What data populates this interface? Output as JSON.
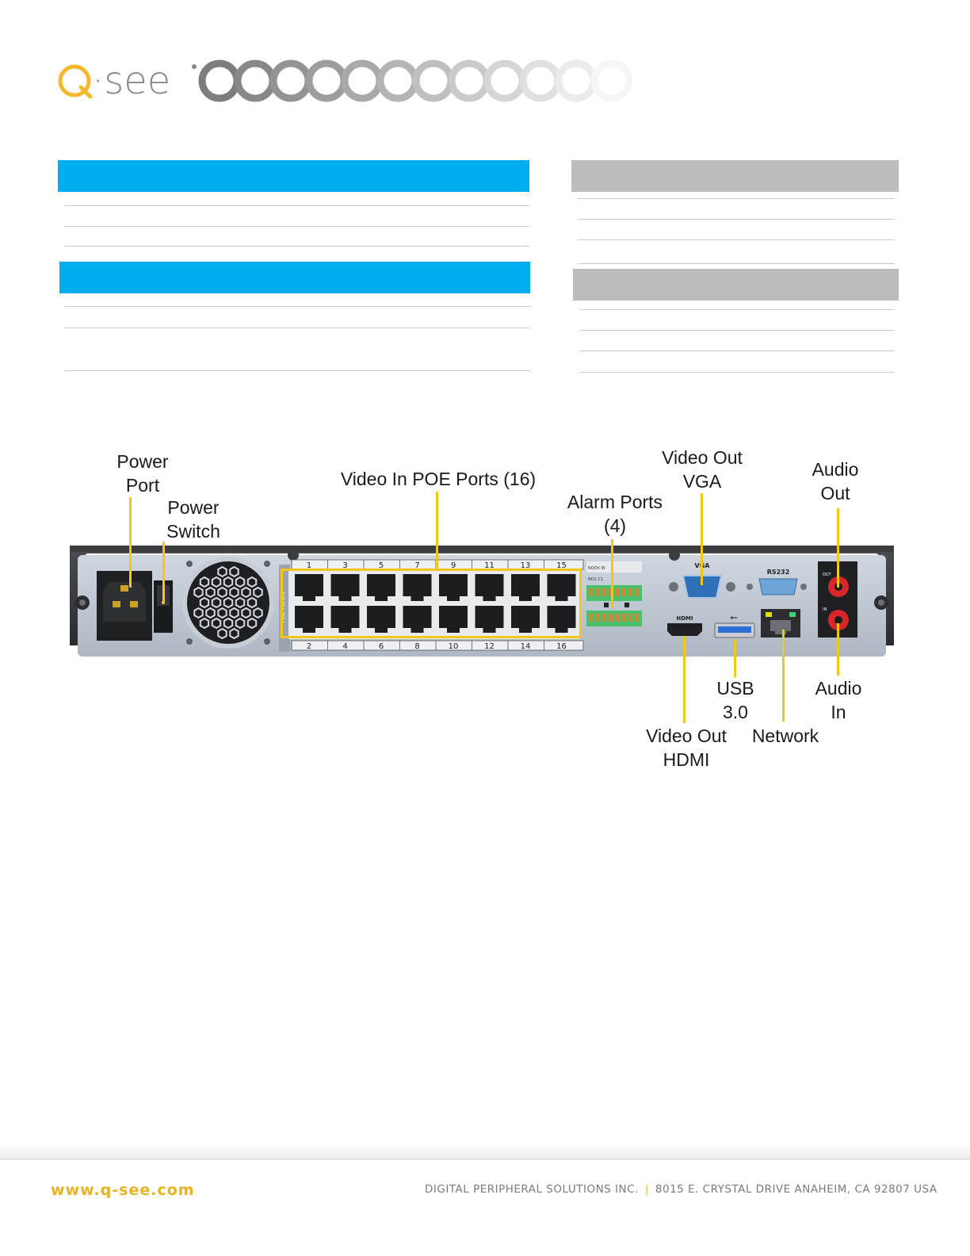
{
  "brand": {
    "logo_text": "Q-see",
    "colors": {
      "gold": "#f5b82e",
      "blue": "#00adef",
      "gray_header": "#bcbcbc",
      "gray_logo": "#8a8a8a"
    }
  },
  "callouts": {
    "power_port": [
      "Power",
      "Port"
    ],
    "power_switch": [
      "Power",
      "Switch"
    ],
    "video_in_poe": "Video In POE Ports (16)",
    "alarm_ports": [
      "Alarm Ports",
      "(4)"
    ],
    "video_out_vga": [
      "Video Out",
      "VGA"
    ],
    "audio_out": [
      "Audio",
      "Out"
    ],
    "usb": [
      "USB",
      "3.0"
    ],
    "audio_in": [
      "Audio",
      "In"
    ],
    "video_out_hdmi": [
      "Video Out",
      "HDMI"
    ],
    "network": "Network"
  },
  "device": {
    "port_numbers_top": [
      "1",
      "3",
      "5",
      "7",
      "9",
      "11",
      "13",
      "15"
    ],
    "port_numbers_bottom": [
      "2",
      "4",
      "6",
      "8",
      "10",
      "12",
      "14",
      "16"
    ],
    "poe_side_label": "POE PORTS",
    "vga_label": "VGA",
    "rs232_label": "RS232",
    "hdmi_label": "HDMI",
    "audio_out_label": "OUT",
    "audio_in_label": "IN",
    "alarm_label_top": "NOOV  IN",
    "alarm_label_mid": "NO1 C1"
  },
  "footer": {
    "url": "www.q-see.com",
    "company": "DIGITAL PERIPHERAL SOLUTIONS INC.",
    "separator": "|",
    "address": "8015 E. CRYSTAL DRIVE ANAHEIM, CA 92807 USA"
  }
}
